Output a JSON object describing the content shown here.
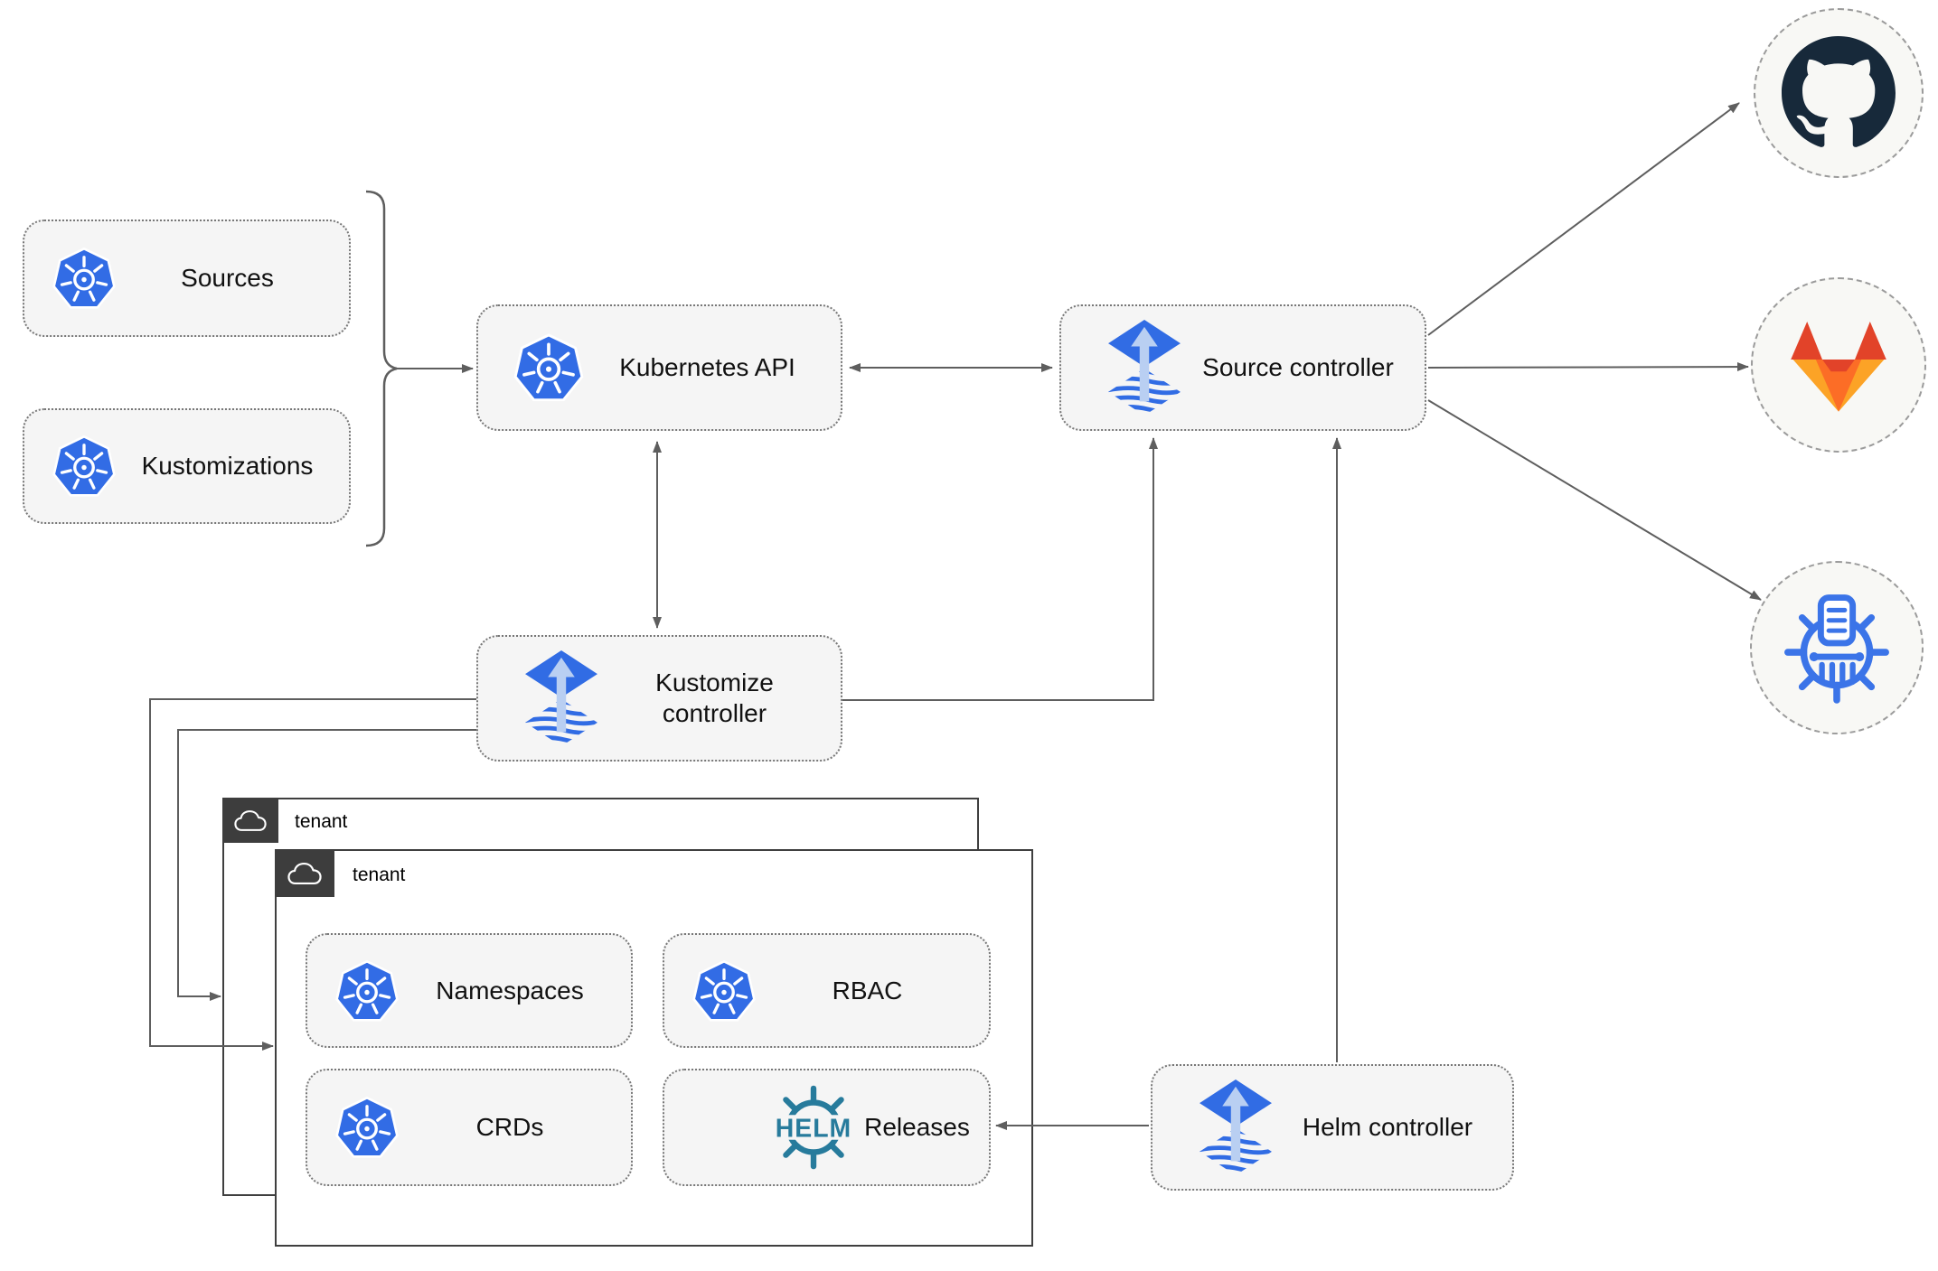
{
  "diagram": {
    "nodes": {
      "sources": {
        "label": "Sources",
        "icon": "kubernetes-icon"
      },
      "kustomizations": {
        "label": "Kustomizations",
        "icon": "kubernetes-icon"
      },
      "kubernetes_api": {
        "label": "Kubernetes API",
        "icon": "kubernetes-icon"
      },
      "source_controller": {
        "label": "Source controller",
        "icon": "flux-icon"
      },
      "kustomize_controller": {
        "label": "Kustomize controller",
        "icon": "flux-icon"
      },
      "helm_controller": {
        "label": "Helm controller",
        "icon": "flux-icon"
      },
      "namespaces": {
        "label": "Namespaces",
        "icon": "kubernetes-icon"
      },
      "rbac": {
        "label": "RBAC",
        "icon": "kubernetes-icon"
      },
      "crds": {
        "label": "CRDs",
        "icon": "kubernetes-icon"
      },
      "releases": {
        "label": "Releases",
        "icon": "helm-icon"
      }
    },
    "groups": {
      "tenant_outer": {
        "label": "tenant",
        "icon": "cloud-icon"
      },
      "tenant_inner": {
        "label": "tenant",
        "icon": "cloud-icon"
      }
    },
    "external_endpoints": [
      {
        "icon": "github-icon"
      },
      {
        "icon": "gitlab-icon"
      },
      {
        "icon": "chartmuseum-icon"
      }
    ],
    "edges": [
      {
        "from": "sources / kustomizations",
        "to": "kubernetes_api",
        "style": "arrow"
      },
      {
        "from": "kubernetes_api",
        "to": "source_controller",
        "style": "bidirectional"
      },
      {
        "from": "kubernetes_api",
        "to": "kustomize_controller",
        "style": "bidirectional"
      },
      {
        "from": "kustomize_controller",
        "to": "source_controller",
        "style": "arrow"
      },
      {
        "from": "helm_controller",
        "to": "source_controller",
        "style": "arrow"
      },
      {
        "from": "source_controller",
        "to": "github",
        "style": "arrow"
      },
      {
        "from": "source_controller",
        "to": "gitlab",
        "style": "arrow"
      },
      {
        "from": "source_controller",
        "to": "chartmuseum",
        "style": "arrow"
      },
      {
        "from": "kustomize_controller",
        "to": "tenant_inner",
        "style": "arrow"
      },
      {
        "from": "kustomize_controller",
        "to": "tenant_outer",
        "style": "arrow"
      },
      {
        "from": "helm_controller",
        "to": "releases",
        "style": "arrow"
      }
    ],
    "colors": {
      "node_fill": "#f5f5f5",
      "line_gray": "#5e5e5e",
      "tenant_tab": "#3d3d3d",
      "kubernetes_blue": "#326ce5",
      "flux_blue": "#316ce4",
      "flux_arrow_light": "#b9cff2",
      "helm_teal": "#277b9c",
      "chartmuseum_blue": "#3b74e8",
      "github_dark": "#17293a",
      "gitlab_red": "#e24329",
      "gitlab_orange": "#fc6d26",
      "gitlab_light": "#fca326"
    }
  }
}
